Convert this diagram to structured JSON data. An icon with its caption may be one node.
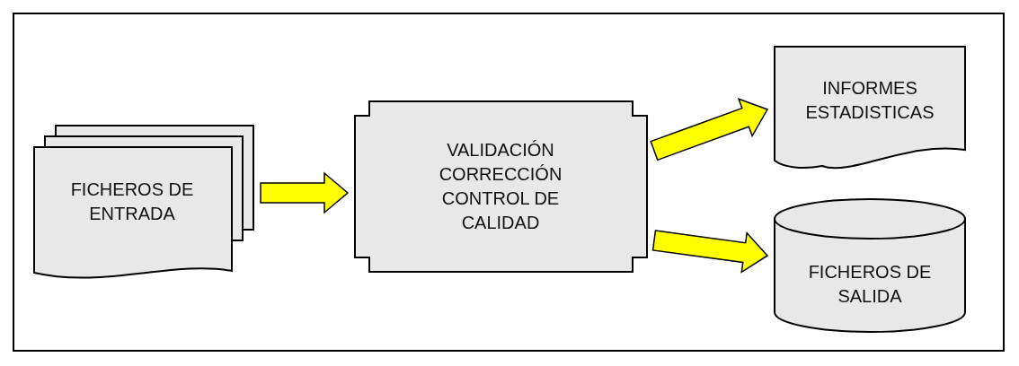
{
  "diagram": {
    "nodes": [
      {
        "text": [
          "FICHEROS DE ENTRADA"
        ]
      },
      {
        "text": [
          "VALIDACIÓN CORRECCIÓN CONTROL DE CALIDAD"
        ]
      },
      {
        "text": [
          "INFORMES ESTADISTICAS"
        ]
      },
      {
        "text": [
          "FICHEROS DE SALIDA"
        ]
      }
    ],
    "edges": [
      {
        "from": 0,
        "to": 1,
        "arrow": "to"
      },
      {
        "from": 1,
        "to": 2,
        "arrow": "to"
      },
      {
        "from": 1,
        "to": 3,
        "arrow": "to"
      }
    ]
  }
}
